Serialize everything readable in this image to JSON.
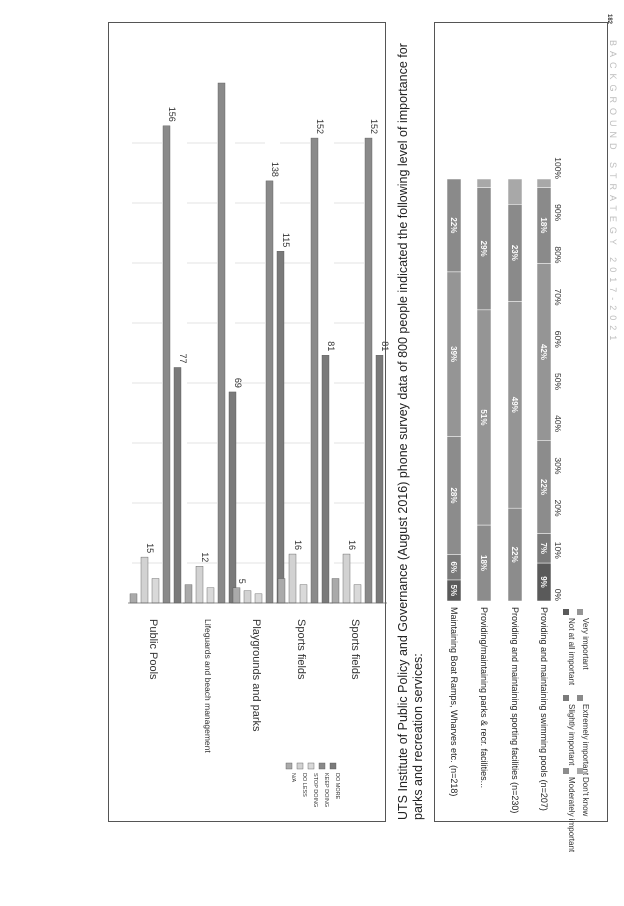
{
  "page_number": "182",
  "footer_text": "BACKGROUND STRATEGY 2017-2021",
  "caption": "UTS Institute of Public Policy and Governance (August 2016) phone survey data of 800 people indicated the following level of importance for parks and recreation services:",
  "colors": {
    "na": "#aaaaaa",
    "do_less": "#d2d2d2",
    "stop_doing": "#d9d9d9",
    "keep_doing": "#8a8a8a",
    "do_more": "#7a7a7a",
    "stacked": [
      "#5a5a5a",
      "#7a7a7a",
      "#8c8c8c",
      "#959595",
      "#8a8a8a",
      "#a8a8a8"
    ]
  },
  "chart_data": [
    {
      "type": "bar",
      "categories": [
        "Public Pools",
        "Lifeguards and beach management",
        "Playgrounds and parks",
        "Sports fields",
        "Sports fields"
      ],
      "series": [
        {
          "name": "N/A",
          "values": [
            3,
            6,
            5,
            8,
            8
          ]
        },
        {
          "name": "DO LESS",
          "values": [
            15,
            12,
            4,
            16,
            16
          ]
        },
        {
          "name": "STOP DOING",
          "values": [
            8,
            5,
            3,
            6,
            6
          ]
        },
        {
          "name": "KEEP DOING",
          "values": [
            156,
            170,
            138,
            152,
            152
          ]
        },
        {
          "name": "DO MORE",
          "values": [
            77,
            69,
            115,
            81,
            81
          ]
        }
      ],
      "value_labels": [
        [
          "",
          "15",
          "",
          "156",
          "77"
        ],
        [
          "",
          "12",
          "",
          "",
          "69"
        ],
        [
          "5",
          "",
          "",
          "138",
          "115"
        ],
        [
          "",
          "16",
          "",
          "152",
          "81"
        ],
        [
          "",
          "16",
          "",
          "152",
          "81"
        ]
      ],
      "ylim": [
        0,
        170
      ],
      "legend_position": "bottom-left",
      "grid": true
    },
    {
      "type": "bar",
      "stacked": true,
      "categories": [
        "Maintaining Boat Ramps, Wharves etc. (n=218)",
        "Providing/maintaining parks & recr. facilities...",
        "Providing and maintaining sporting facilities (n=230)",
        "Providing and maintaining swimming pools (n=207)"
      ],
      "series": [
        {
          "name": "Not at all important",
          "values": [
            5,
            0,
            0,
            9
          ]
        },
        {
          "name": "Slightly important",
          "values": [
            6,
            0,
            0,
            7
          ]
        },
        {
          "name": "Moderately important",
          "values": [
            28,
            18,
            22,
            22
          ]
        },
        {
          "name": "Very important",
          "values": [
            39,
            51,
            49,
            42
          ]
        },
        {
          "name": "Extremely important",
          "values": [
            22,
            29,
            23,
            18
          ]
        },
        {
          "name": "Don't know",
          "values": [
            0,
            2,
            6,
            2
          ]
        }
      ],
      "value_labels": [
        [
          "5%",
          "6%",
          "28%",
          "39%",
          "22%",
          ""
        ],
        [
          "",
          "",
          "18%",
          "51%",
          "29%",
          ""
        ],
        [
          "",
          "",
          "22%",
          "49%",
          "23%",
          ""
        ],
        [
          "9%",
          "7%",
          "22%",
          "42%",
          "18%",
          ""
        ]
      ],
      "x_ticks": [
        "0%",
        "10%",
        "20%",
        "30%",
        "40%",
        "50%",
        "60%",
        "70%",
        "80%",
        "90%",
        "100%"
      ],
      "xlim": [
        0,
        100
      ],
      "legend_position": "bottom"
    }
  ]
}
